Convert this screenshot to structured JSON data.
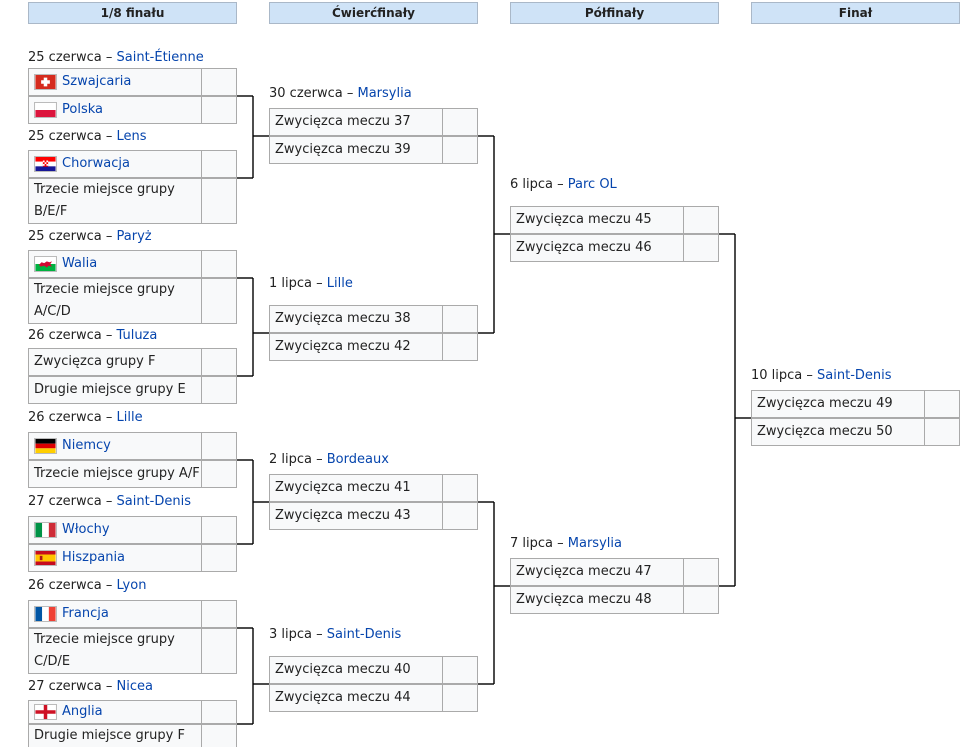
{
  "rounds": {
    "r16": "1/8 finału",
    "qf": "Ćwierćfinały",
    "sf": "Półfinały",
    "final": "Finał"
  },
  "r16": [
    {
      "date": "25 czerwca – ",
      "venue": "Saint-Étienne",
      "teams": [
        {
          "name": "Szwajcaria",
          "flag": "switzerland"
        },
        {
          "name": "Polska",
          "flag": "poland"
        }
      ]
    },
    {
      "date": "25 czerwca – ",
      "venue": "Lens",
      "teams": [
        {
          "name": "Chorwacja",
          "flag": "croatia"
        },
        {
          "name": "Trzecie miejsce grupy B/E/F",
          "flag": null
        }
      ]
    },
    {
      "date": "25 czerwca – ",
      "venue": "Paryż",
      "teams": [
        {
          "name": "Walia",
          "flag": "wales"
        },
        {
          "name": "Trzecie miejsce grupy A/C/D",
          "flag": null
        }
      ]
    },
    {
      "date": "26 czerwca – ",
      "venue": "Tuluza",
      "teams": [
        {
          "name": "Zwycięzca grupy F",
          "flag": null
        },
        {
          "name": "Drugie miejsce grupy E",
          "flag": null
        }
      ]
    },
    {
      "date": "26 czerwca – ",
      "venue": "Lille",
      "teams": [
        {
          "name": "Niemcy",
          "flag": "germany"
        },
        {
          "name": "Trzecie miejsce grupy A/F",
          "flag": null
        }
      ]
    },
    {
      "date": "27 czerwca – ",
      "venue": "Saint-Denis",
      "teams": [
        {
          "name": "Włochy",
          "flag": "italy"
        },
        {
          "name": "Hiszpania",
          "flag": "spain"
        }
      ]
    },
    {
      "date": "26 czerwca – ",
      "venue": "Lyon",
      "teams": [
        {
          "name": "Francja",
          "flag": "france"
        },
        {
          "name": "Trzecie miejsce grupy C/D/E",
          "flag": null
        }
      ]
    },
    {
      "date": "27 czerwca – ",
      "venue": "Nicea",
      "teams": [
        {
          "name": "Anglia",
          "flag": "england"
        },
        {
          "name": "Drugie miejsce grupy F",
          "flag": null
        }
      ]
    }
  ],
  "qf": [
    {
      "date": "30 czerwca – ",
      "venue": "Marsylia",
      "teams": [
        "Zwycięzca meczu 37",
        "Zwycięzca meczu 39"
      ]
    },
    {
      "date": "1 lipca – ",
      "venue": "Lille",
      "teams": [
        "Zwycięzca meczu 38",
        "Zwycięzca meczu 42"
      ]
    },
    {
      "date": "2 lipca – ",
      "venue": "Bordeaux",
      "teams": [
        "Zwycięzca meczu 41",
        "Zwycięzca meczu 43"
      ]
    },
    {
      "date": "3 lipca – ",
      "venue": "Saint-Denis",
      "teams": [
        "Zwycięzca meczu 40",
        "Zwycięzca meczu 44"
      ]
    }
  ],
  "sf": [
    {
      "date": "6 lipca – ",
      "venue": "Parc OL",
      "teams": [
        "Zwycięzca meczu 45",
        "Zwycięzca meczu 46"
      ]
    },
    {
      "date": "7 lipca – ",
      "venue": "Marsylia",
      "teams": [
        "Zwycięzca meczu 47",
        "Zwycięzca meczu 48"
      ]
    }
  ],
  "final": {
    "date": "10 lipca – ",
    "venue": "Saint-Denis",
    "teams": [
      "Zwycięzca meczu 49",
      "Zwycięzca meczu 50"
    ]
  }
}
